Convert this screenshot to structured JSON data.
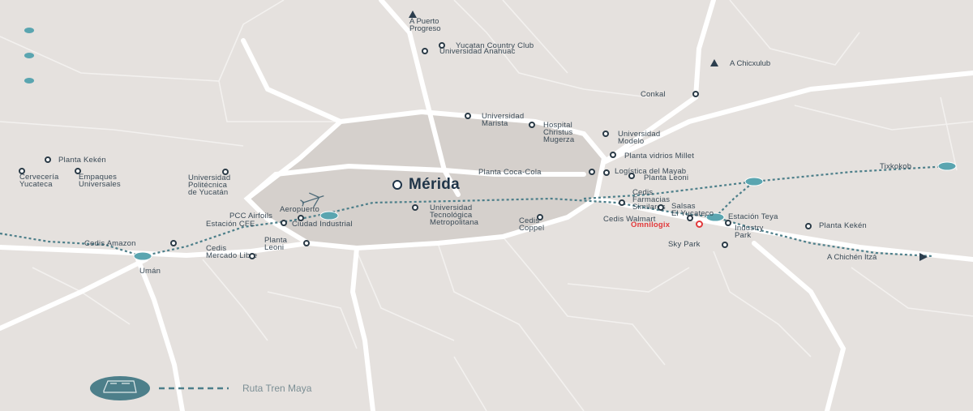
{
  "map": {
    "city": "Mérida",
    "directions": {
      "north": "A Puerto\nProgreso",
      "northeast": "A Chicxulub",
      "east": "A Chichén Itzá"
    },
    "places": {
      "yucatan_country_club": "Yucatan Country Club",
      "universidad_anahuac": "Universidad Anahuac",
      "conkal": "Conkal",
      "universidad_marista": "Universidad\nMarista",
      "hospital": "Hospital\nChristus\nMugerza",
      "universidad_modelo": "Universidad\nModelo",
      "planta_vidrios": "Planta vidrios Millet",
      "logistica_mayab": "Logística del Mayab",
      "planta_coca_cola": "Planta Coca-Cola",
      "planta_leoni_east": "Planta Leoni",
      "cedis_farmacias": "Cedis\nFarmacias\nSimilares",
      "salsas": "Salsas\nEl Yucateco",
      "cedis_walmart": "Cedis Walmart",
      "omnilogix": "Omnilogix",
      "estacion_teya": "Estación Teya",
      "industry_park": "Industry\nPark",
      "planta_keken_east": "Planta Kekén",
      "sky_park": "Sky Park",
      "tixkokob": "Tixkokob",
      "planta_keken_west": "Planta Kekén",
      "cerveceria": "Cervecería\nYucateca",
      "empaques": "Empaques\nUniversales",
      "universidad_politecnica": "Universidad\nPolitécnica\nde Yucatán",
      "aeropuerto": "Aeropuerto",
      "pcc_airfoils": "PCC Airfoils",
      "estacion_cfe": "Estación CFE",
      "ciudad_industrial": "Ciudad Industrial",
      "universidad_tecnologica": "Universidad\nTecnológica\nMetropolitana",
      "cedis_coppel": "Cedis\nCoppel",
      "cedis_amazon": "Cedis Amazon",
      "uman": "Umán",
      "cedis_mercado_libre": "Cedis\nMercado Libre",
      "planta_leoni_west": "Planta\nLeoni"
    },
    "legend": {
      "label": "Ruta Tren Maya",
      "icon": "train-icon"
    },
    "colors": {
      "background": "#e5e1de",
      "city_area": "#d5d0cc",
      "roads": "#ffffff",
      "rail": "#4d7f8a",
      "station": "#5aa5b0",
      "label": "#3a4a56",
      "highlight": "#e2393b"
    }
  }
}
